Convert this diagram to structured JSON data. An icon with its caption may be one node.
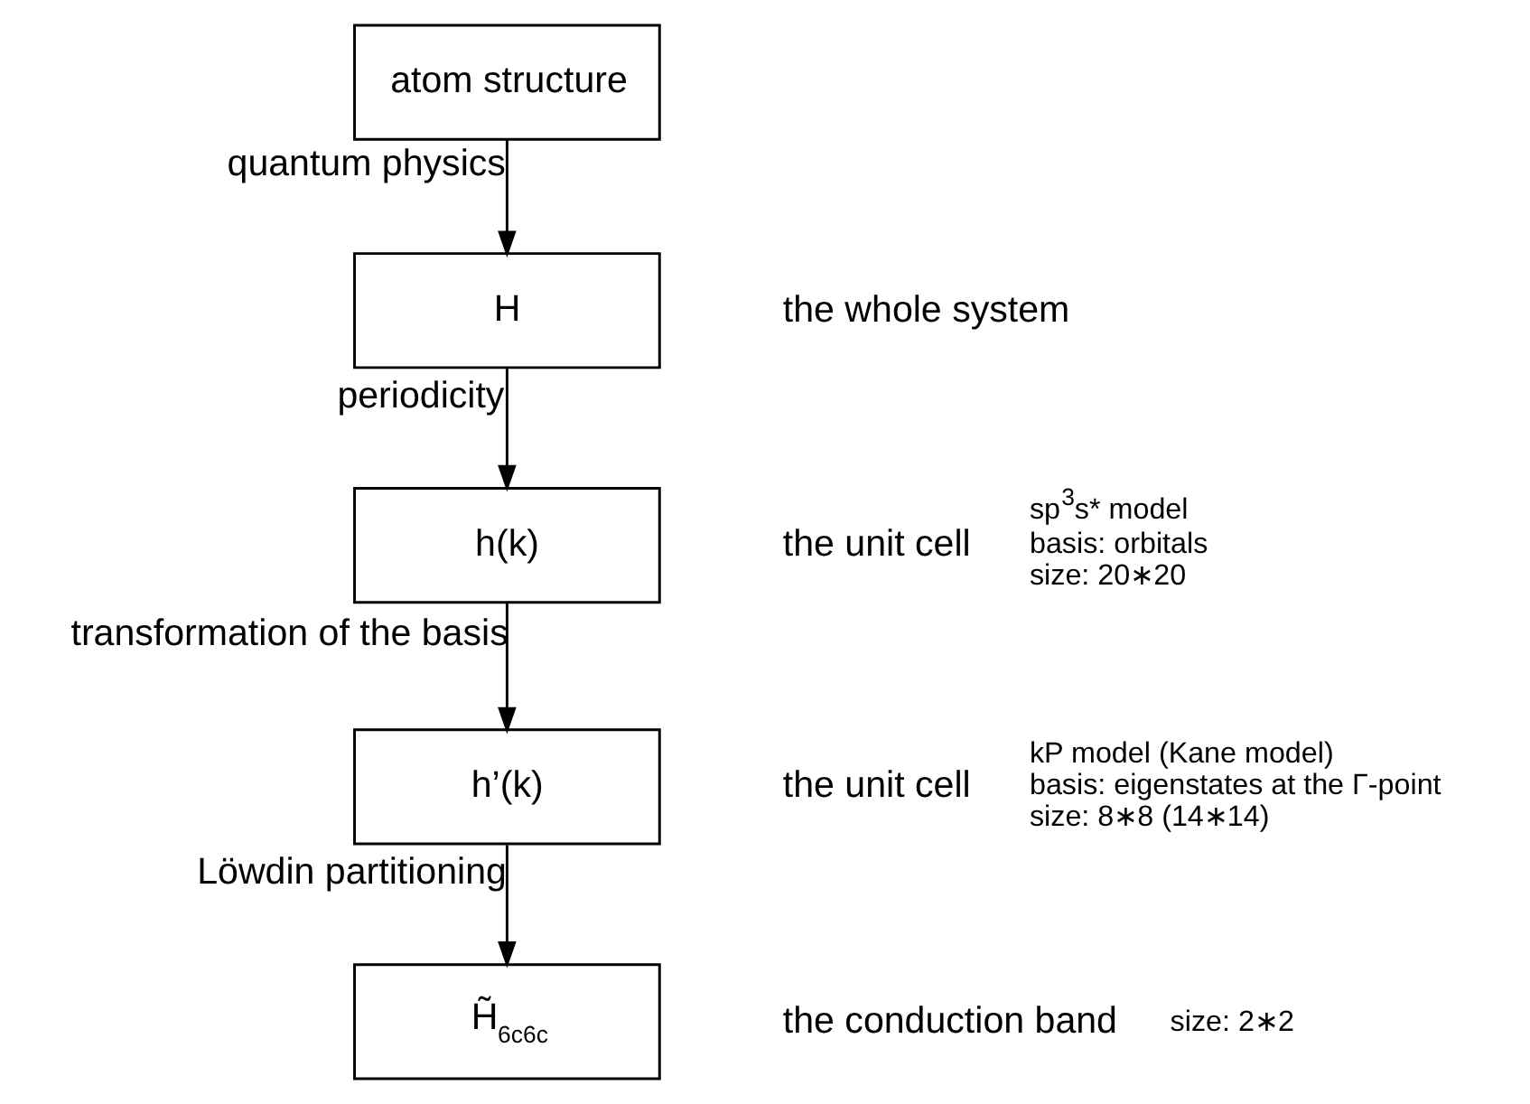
{
  "diagram": {
    "nodes": [
      {
        "text": [
          "atom structure"
        ]
      },
      {
        "text": [
          "H"
        ],
        "beside": [
          "the whole system"
        ]
      },
      {
        "text": [
          "h(k)"
        ],
        "beside": [
          "the unit cell",
          "sp$^{3}$s* model",
          "basis: orbitals",
          "size: 20∗20"
        ]
      },
      {
        "text": [
          "h’(k)"
        ],
        "beside": [
          "the unit cell",
          "kP model (Kane model)",
          "basis: eigenstates at the Γ-point",
          "size: 8∗8 (14∗14)"
        ]
      },
      {
        "text": [
          "H̃$_{6c6c}$"
        ],
        "beside": [
          "the conduction band",
          "size: 2∗2"
        ]
      }
    ],
    "edges": [
      {
        "from": 0,
        "to": 1,
        "arrow": "to",
        "label": "quantum physics"
      },
      {
        "from": 1,
        "to": 2,
        "arrow": "to",
        "label": "periodicity"
      },
      {
        "from": 2,
        "to": 3,
        "arrow": "to",
        "label": "transformation of the basis"
      },
      {
        "from": 3,
        "to": 4,
        "arrow": "to",
        "label": "Löwdin partitioning"
      }
    ]
  }
}
